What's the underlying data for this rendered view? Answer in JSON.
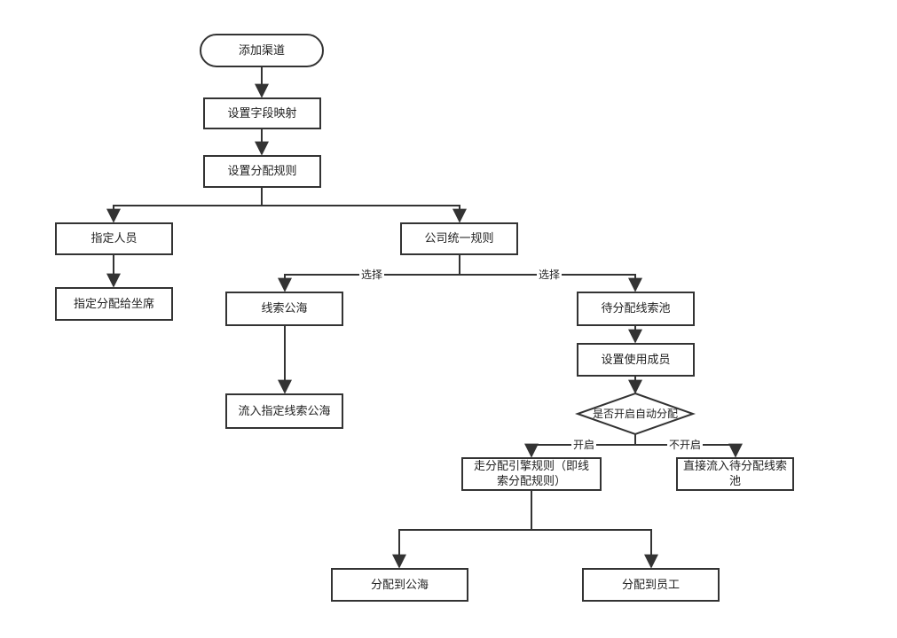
{
  "diagram": {
    "nodes": {
      "add_channel": "添加渠道",
      "field_mapping": "设置字段映射",
      "assign_rules": "设置分配规则",
      "designate_person": "指定人员",
      "assign_to_seat": "指定分配给坐席",
      "company_rule": "公司统一规则",
      "lead_pool": "线索公海",
      "flow_to_lead_pool": "流入指定线索公海",
      "pending_pool": "待分配线索池",
      "set_members": "设置使用成员",
      "auto_assign_question": "是否开启自动分配",
      "engine_rules": "走分配引擎规则（即线索分配规则）",
      "direct_to_pending": "直接流入待分配线索池",
      "assign_to_public_sea": "分配到公海",
      "assign_to_staff": "分配到员工"
    },
    "edge_labels": {
      "choose_left": "选择",
      "choose_right": "选择",
      "enabled": "开启",
      "disabled": "不开启"
    },
    "colors": {
      "stroke": "#333333",
      "text": "#222222",
      "background": "#ffffff"
    }
  }
}
